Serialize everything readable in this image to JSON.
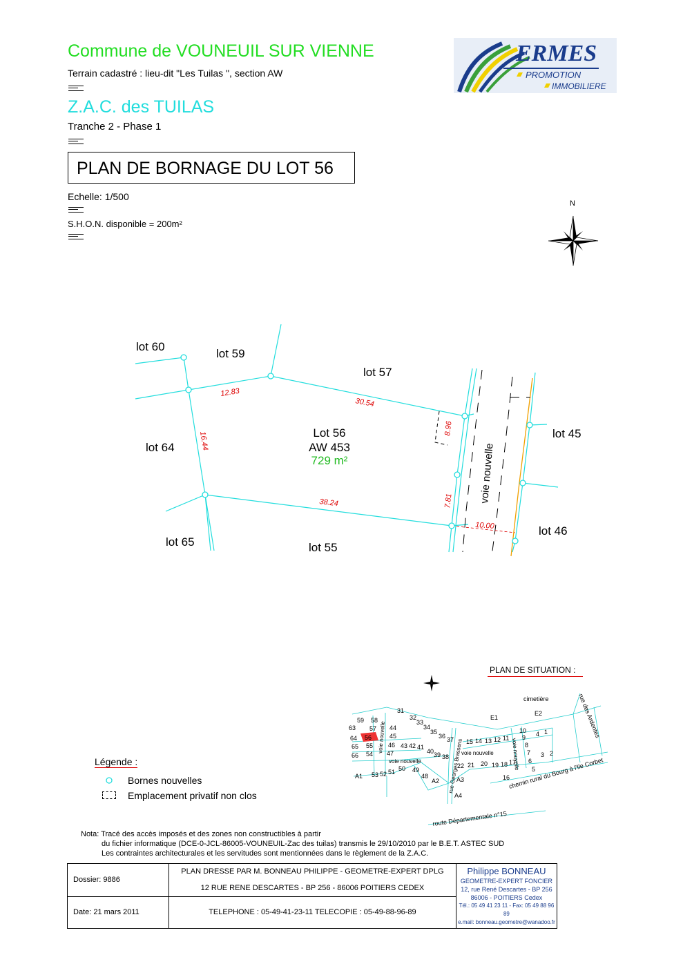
{
  "header": {
    "commune": "Commune de VOUNEUIL SUR VIENNE",
    "terrain": "Terrain cadastré : lieu-dit \"Les Tuilas \", section AW",
    "zac": "Z.A.C. des TUILAS",
    "tranche": "Tranche 2 - Phase 1",
    "plan_title": "PLAN DE BORNAGE DU LOT 56",
    "echelle": "Echelle: 1/500",
    "shon": "S.H.O.N. disponible = 200m²"
  },
  "logo": {
    "name": "ERMES",
    "line1": "PROMOTION",
    "line2": "IMMOBILIERE"
  },
  "compass": {
    "north": "N"
  },
  "plan": {
    "lots": {
      "lot60": "lot 60",
      "lot59": "lot 59",
      "lot57": "lot 57",
      "lot64": "lot 64",
      "lot45": "lot 45",
      "lot65": "lot 65",
      "lot55": "lot 55",
      "lot46": "lot 46"
    },
    "lot56": {
      "name": "Lot 56",
      "parcel": "AW 453",
      "area": "729 m²"
    },
    "road": "voie nouvelle",
    "dimensions": {
      "d1": "12.83",
      "d2": "30.54",
      "d3": "16.44",
      "d4": "8.96",
      "d5": "7.81",
      "d6": "38.24",
      "d7": "10.00"
    }
  },
  "situation": {
    "title": "PLAN DE SITUATION :",
    "cimetiere": "cimetière",
    "rue_ardentes": "rue des Ardentes",
    "chemin": "chemin rural du Bourg à l'Ile Corbet",
    "route": "route  Départementale  n°15",
    "rue_brassens": "rue Georges Brassens",
    "voie1": "voie nouvelle",
    "voie2": "voie nouvelle",
    "voie3": "voie nouvelle",
    "voie4": "voie nouvelle",
    "labels": [
      "31",
      "32",
      "33",
      "34",
      "35",
      "36",
      "37",
      "59",
      "58",
      "63",
      "57",
      "44",
      "64",
      "56",
      "45",
      "65",
      "55",
      "46",
      "43",
      "42",
      "41",
      "66",
      "54",
      "47",
      "40",
      "39",
      "38",
      "15",
      "14",
      "13",
      "12",
      "11",
      "10",
      "9",
      "8",
      "7",
      "6",
      "5",
      "4",
      "3",
      "2",
      "1",
      "22",
      "21",
      "20",
      "19",
      "18",
      "17",
      "16",
      "50",
      "49",
      "48",
      "53",
      "52",
      "51",
      "A1",
      "A2",
      "A3",
      "A4",
      "E1",
      "E2"
    ]
  },
  "legend": {
    "title": "Légende :",
    "item1": "Bornes nouvelles",
    "item2": "Emplacement privatif non clos"
  },
  "nota": {
    "line1": "Nota: Tracé des accès imposés et des zones non constructibles à partir",
    "line2": "du fichier informatique (DCE-0-JCL-86005-VOUNEUIL-Zac des tuilas) transmis  le 29/10/2010 par le B.E.T. ASTEC SUD",
    "line3": "Les contraintes architecturales et les servitudes sont mentionnées dans le règlement de la Z.A.C."
  },
  "cartouche": {
    "dossier": "Dossier: 9886",
    "date": "Date: 21 mars 2011",
    "plan_by": "PLAN DRESSE PAR M. BONNEAU PHILIPPE - GEOMETRE-EXPERT DPLG",
    "address": "12 RUE RENE DESCARTES - BP 256 - 86006 POITIERS CEDEX",
    "phone": "TELEPHONE : 05-49-41-23-11  TELECOPIE : 05-49-88-96-89",
    "name": "Philippe BONNEAU",
    "title": "GEOMETRE-EXPERT FONCIER",
    "addr1": "12, rue René Descartes - BP 256",
    "addr2": "86006 -  POITIERS Cedex",
    "tel": "Tél.: 05 49 41 23 11 - Fax: 05 49 88 96 89",
    "email": "e.mail: bonneau.geometre@wanadoo.fr"
  },
  "colors": {
    "green": "#22dd22",
    "cyan": "#22dddd",
    "red": "#dd0000",
    "orange": "#f0a000",
    "blue": "#2255aa"
  }
}
